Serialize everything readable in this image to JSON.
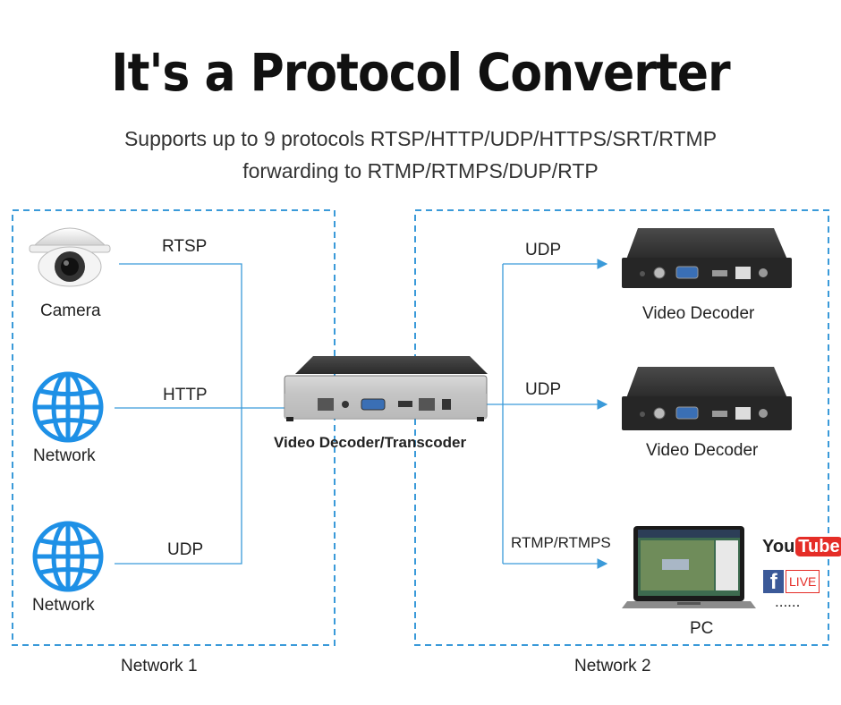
{
  "header": {
    "title": "It's a Protocol Converter",
    "subtitle_line1": "Supports up to 9 protocols RTSP/HTTP/UDP/HTTPS/SRT/RTMP",
    "subtitle_line2": "forwarding to RTMP/RTMPS/DUP/RTP"
  },
  "sources": {
    "camera": "Camera",
    "network_a": "Network",
    "network_b": "Network"
  },
  "inputs": {
    "rtsp": "RTSP",
    "http": "HTTP",
    "udp": "UDP"
  },
  "center_device": "Video Decoder/Transcoder",
  "outputs": {
    "udp_1": "UDP",
    "udp_2": "UDP",
    "rtmp": "RTMP/RTMPS"
  },
  "destinations": {
    "decoder_1": "Video Decoder",
    "decoder_2": "Video Decoder",
    "pc": "PC",
    "more": "......"
  },
  "platforms": {
    "youtube_you": "You",
    "youtube_tube": "Tube",
    "facebook_f": "f",
    "facebook_live": "LIVE"
  },
  "groups": {
    "network1": "Network 1",
    "network2": "Network 2"
  },
  "colors": {
    "accent": "#3a9ad9",
    "globe": "#1e90e6",
    "device": "#2b2b2b"
  }
}
